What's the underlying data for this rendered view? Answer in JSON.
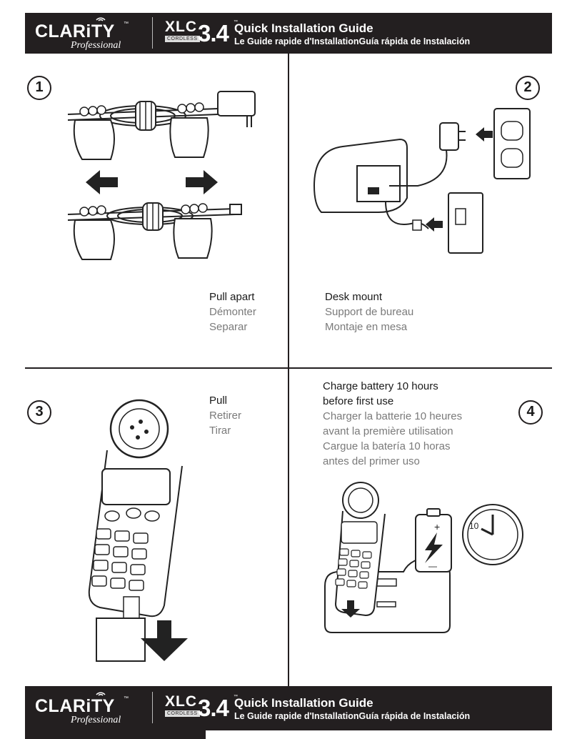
{
  "header": {
    "brand": "CLARiTY",
    "brand_sub": "Professional",
    "model_prefix": "XLC",
    "model_cordless": "CORDLESS",
    "model_number": "3.4",
    "trademark": "™",
    "title": "Quick Installation Guide",
    "subtitle": "Le Guide rapide d'InstallationGuía rápida de Instalación"
  },
  "steps": [
    {
      "number": "1",
      "en": "Pull apart",
      "fr": "Démonter",
      "es": "Separar"
    },
    {
      "number": "2",
      "en": "Desk mount",
      "fr": "Support de bureau",
      "es": "Montaje en mesa"
    },
    {
      "number": "3",
      "en": "Pull",
      "fr": "Retirer",
      "es": "Tirar"
    },
    {
      "number": "4",
      "en_line1": "Charge battery 10 hours",
      "en_line2": "before first use",
      "fr_line1": "Charger la batterie 10 heures",
      "fr_line2": "avant la première utilisation",
      "es_line1": "Cargue la batería 10 horas",
      "es_line2": "antes del primer uso"
    }
  ],
  "battery": {
    "plus": "+",
    "minus": "—"
  },
  "clock": {
    "label": "10"
  },
  "footer": {
    "brand": "CLARiTY",
    "brand_sub": "Professional",
    "model_prefix": "XLC",
    "model_cordless": "CORDLESS",
    "model_number": "3.4",
    "trademark": "™",
    "title": "Quick Installation Guide",
    "subtitle": "Le Guide rapide d'InstallationGuía rápida de Instalación"
  }
}
